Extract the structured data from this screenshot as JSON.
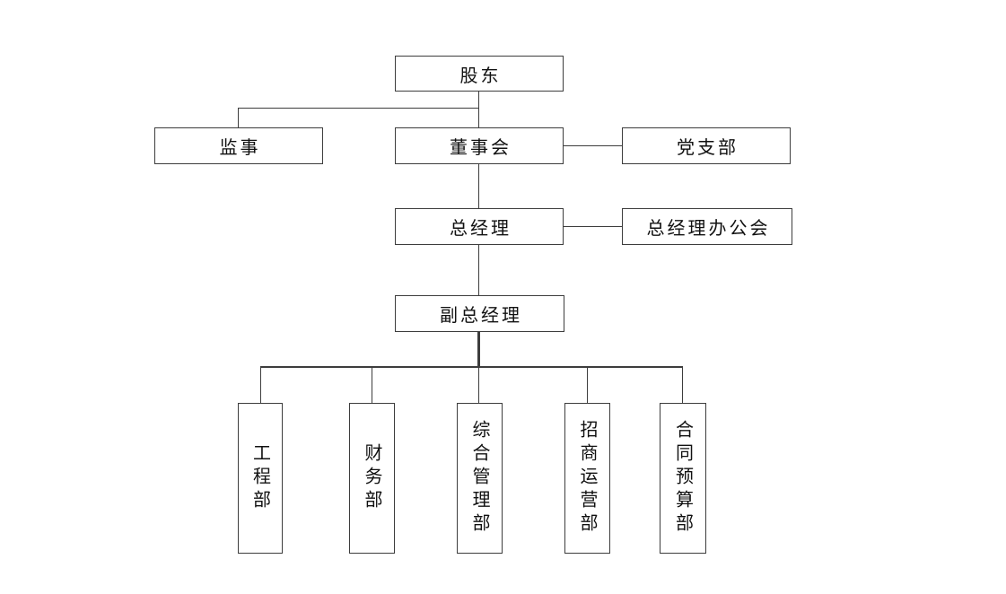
{
  "diagram": {
    "type": "org-chart",
    "background_color": "#ffffff",
    "border_color": "#3d3d3d",
    "line_color": "#3d3d3d",
    "text_color": "#111111",
    "nodes": {
      "shareholders": {
        "label": "股东",
        "level": 1
      },
      "supervisor": {
        "label": "监事",
        "level": 2
      },
      "board": {
        "label": "董事会",
        "level": 2
      },
      "party_branch": {
        "label": "党支部",
        "level": 2
      },
      "general_manager": {
        "label": "总经理",
        "level": 3
      },
      "gm_office_meeting": {
        "label": "总经理办公会",
        "level": 3
      },
      "deputy_general_manager": {
        "label": "副总经理",
        "level": 4
      },
      "dept_engineering": {
        "label": "工程部",
        "level": 5
      },
      "dept_finance": {
        "label": "财务部",
        "level": 5
      },
      "dept_general_management": {
        "label": "综合管理部",
        "level": 5
      },
      "dept_investment_operations": {
        "label": "招商运营部",
        "level": 5
      },
      "dept_contract_budget": {
        "label": "合同预算部",
        "level": 5
      }
    },
    "edges": [
      {
        "from": "shareholders",
        "to": "supervisor",
        "type": "hierarchy"
      },
      {
        "from": "shareholders",
        "to": "board",
        "type": "hierarchy"
      },
      {
        "from": "board",
        "to": "party_branch",
        "type": "lateral"
      },
      {
        "from": "board",
        "to": "general_manager",
        "type": "hierarchy"
      },
      {
        "from": "general_manager",
        "to": "gm_office_meeting",
        "type": "lateral"
      },
      {
        "from": "general_manager",
        "to": "deputy_general_manager",
        "type": "hierarchy"
      },
      {
        "from": "deputy_general_manager",
        "to": "dept_engineering",
        "type": "hierarchy"
      },
      {
        "from": "deputy_general_manager",
        "to": "dept_finance",
        "type": "hierarchy"
      },
      {
        "from": "deputy_general_manager",
        "to": "dept_general_management",
        "type": "hierarchy"
      },
      {
        "from": "deputy_general_manager",
        "to": "dept_investment_operations",
        "type": "hierarchy"
      },
      {
        "from": "deputy_general_manager",
        "to": "dept_contract_budget",
        "type": "hierarchy"
      }
    ]
  }
}
